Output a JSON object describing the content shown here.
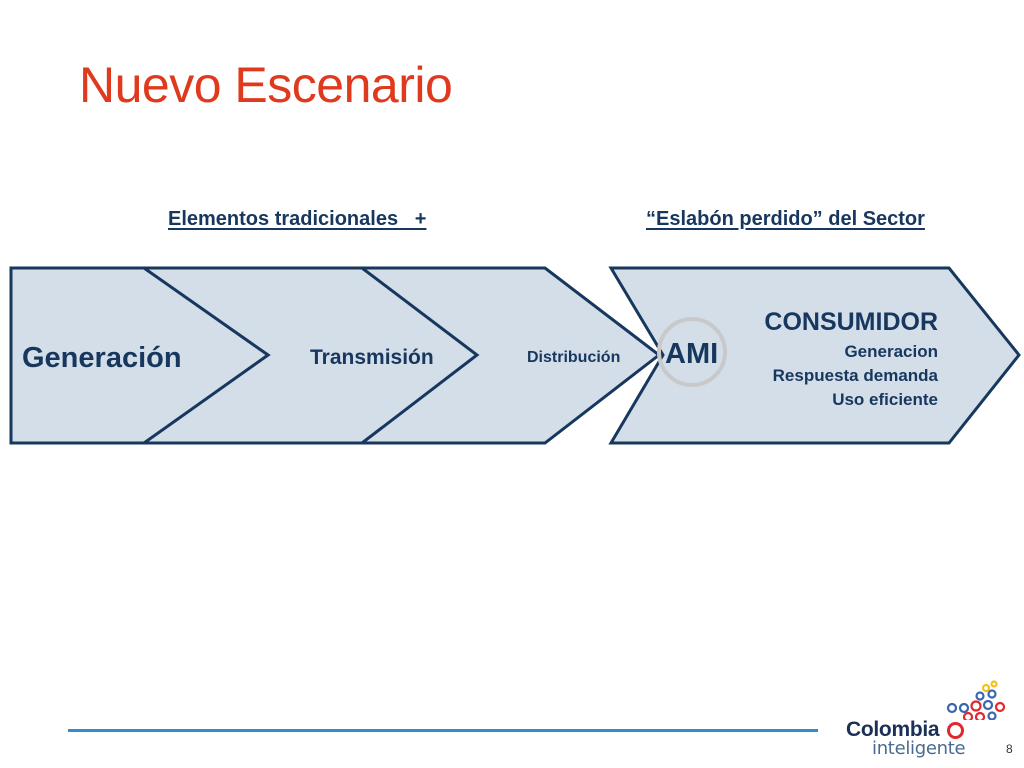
{
  "slide": {
    "title": "Nuevo Escenario",
    "page_number": "8"
  },
  "headings": {
    "left": "Elementos tradicionales   +",
    "right": "“Eslabón perdido” del Sector"
  },
  "chain": {
    "generacion": "Generación",
    "transmision": "Transmisión",
    "distribucion": "Distribución",
    "ami": "AMI",
    "consumidor": {
      "title": "CONSUMIDOR",
      "lines": [
        "Generacion",
        "Respuesta demanda",
        "Uso eficiente"
      ]
    }
  },
  "logo": {
    "word1": "Colombia",
    "word2": "inteligente"
  },
  "colors": {
    "title": "#e03a1e",
    "box_fill": "#d3dee9",
    "box_stroke": "#17375e",
    "text": "#17375e",
    "ami_ring": "#c9c9c9",
    "footer_line": "#2e8fcb",
    "logo_red": "#e0282e",
    "logo_blue": "#3a66b0",
    "logo_yellow": "#f2c21b"
  }
}
